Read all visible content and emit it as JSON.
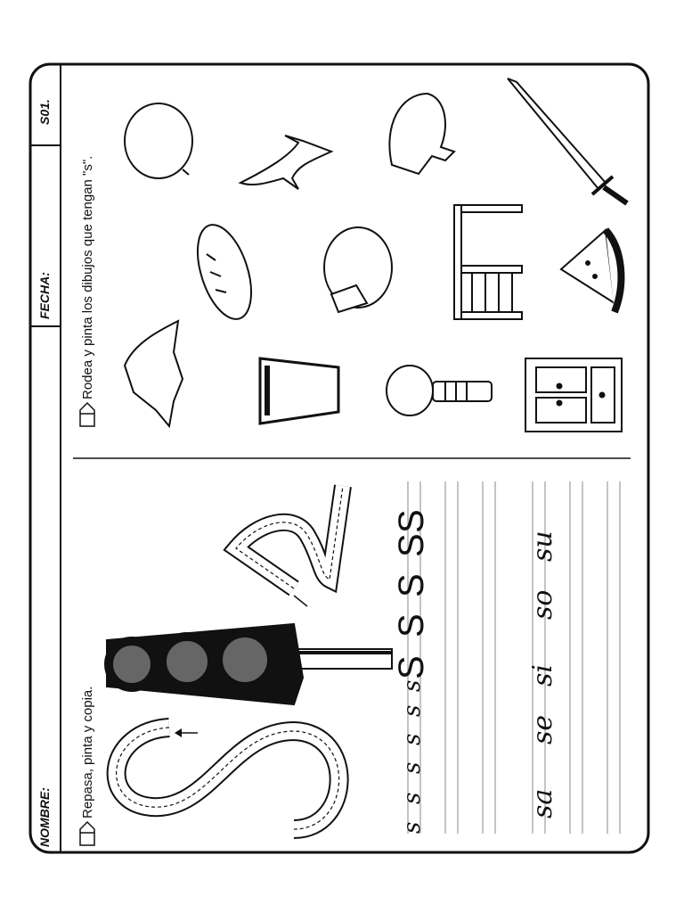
{
  "header": {
    "name_label": "NOMBRE:",
    "date_label": "FECHA:",
    "code": "S01."
  },
  "exercise_1": {
    "instruction": "Repasa, pinta y copia.",
    "print_letters": [
      "S",
      "S",
      "S",
      "S",
      "S"
    ],
    "cursive_letters": [
      "s",
      "s",
      "s",
      "s",
      "s",
      "s"
    ],
    "syllables": [
      "sa",
      "se",
      "si",
      "so",
      "su"
    ]
  },
  "exercise_2": {
    "instruction": "Rodea y pinta los dibujos que tengan \"s\".",
    "pictures": [
      "lemon-icon",
      "bird-icon",
      "bear-icon",
      "sword-icon",
      "bread-icon",
      "cheese-icon",
      "chair-icon",
      "watermelon-icon",
      "dinosaur-icon",
      "glass-icon",
      "lightbulb-icon",
      "cabinet-icon"
    ]
  }
}
